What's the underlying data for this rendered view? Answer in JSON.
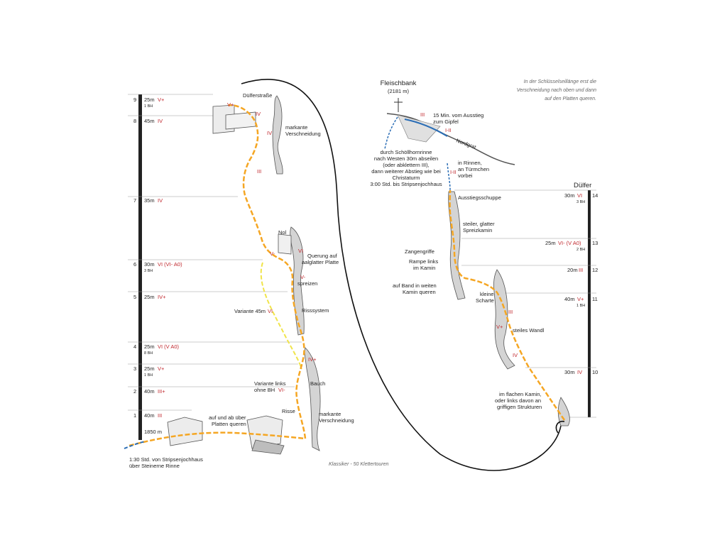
{
  "colors": {
    "route": "#f5a623",
    "variant": "#f0e44a",
    "descent": "#2a6db5",
    "grade": "#c0272d",
    "rock": "#d0d0d0",
    "text": "#222222"
  },
  "left_pitches": [
    {
      "num": "9",
      "len": "25m",
      "grade": "V+",
      "bolts": "1 BH"
    },
    {
      "num": "8",
      "len": "45m",
      "grade": "IV",
      "bolts": ""
    },
    {
      "num": "7",
      "len": "35m",
      "grade": "IV",
      "bolts": ""
    },
    {
      "num": "6",
      "len": "30m",
      "grade": "VI (VI- A0)",
      "bolts": "3 BH"
    },
    {
      "num": "5",
      "len": "25m",
      "grade": "IV+",
      "bolts": ""
    },
    {
      "num": "4",
      "len": "25m",
      "grade": "VI (V A0)",
      "bolts": "8 BH"
    },
    {
      "num": "3",
      "len": "25m",
      "grade": "V+",
      "bolts": "1 BH"
    },
    {
      "num": "2",
      "len": "40m",
      "grade": "III+",
      "bolts": ""
    },
    {
      "num": "1",
      "len": "40m",
      "grade": "III",
      "bolts": ""
    }
  ],
  "start_altitude": "1850 m",
  "right_pitches": [
    {
      "num": "14",
      "len": "30m",
      "grade": "VI",
      "bolts": "3 BH"
    },
    {
      "num": "13",
      "len": "25m",
      "grade": "VI- (V A0)",
      "bolts": "2 BH"
    },
    {
      "num": "12",
      "len": "20m",
      "grade": "III",
      "bolts": ""
    },
    {
      "num": "11",
      "len": "40m",
      "grade": "V+",
      "bolts": "1 BH"
    },
    {
      "num": "10",
      "len": "30m",
      "grade": "IV",
      "bolts": ""
    }
  ],
  "route_name": "Dülfer",
  "summit": {
    "name": "Fleischbank",
    "altitude": "(2181 m)"
  },
  "note": [
    "In der Schlüsselseillänge erst die",
    "Verschneidung nach oben und dann",
    "auf den Platten queren."
  ],
  "footer": "Klassiker - 50 Klettertouren",
  "approach": [
    "1:30 Std. von Stripsenjochhaus",
    "über Steinerne Rinne"
  ],
  "left_labels": {
    "duelferstrasse": "Dülferstraße",
    "markante_verschneidung_top": [
      "markante",
      "Verschneidung"
    ],
    "nol": "Nol",
    "querung": [
      "Querung auf",
      "aalglatter Platte"
    ],
    "spreizen": [
      "V-",
      "spreizen"
    ],
    "variante_45m": "Variante 45m",
    "variante_45m_grade": "VI",
    "risssystem": "Risssystem",
    "bauch": "Bauch",
    "variante_links": [
      "Variante links",
      "ohne BH"
    ],
    "variante_links_grade": "VI-",
    "risse": "Risse",
    "markante_verschneidung_bottom": [
      "markante",
      "Verschneidung"
    ],
    "auf_und_ab": [
      "auf und ab über",
      "Platten queren"
    ]
  },
  "left_route_grades": [
    "IV",
    "III",
    "IV+",
    "V-",
    "V+",
    "VI",
    "V+",
    "IV"
  ],
  "right_labels": {
    "gipfel": [
      "15 Min. vom Ausstieg",
      "zum Gipfel"
    ],
    "nordgrat": "Nordgrat",
    "abseilen": [
      "durch Schöllhornrinne",
      "nach Westen 30m abseilen",
      "(oder abklettern III),",
      "dann weiterer Abstieg wie bei",
      "Christaturm",
      "3:00 Std. bis Stripsenjochhaus"
    ],
    "rinnen": [
      "in Rinnen,",
      "an Türmchen",
      "vorbei"
    ],
    "ausstiegsschuppe": "Ausstiegsschuppe",
    "spreizkamin": [
      "steiler, glatter",
      "Spreizkamin"
    ],
    "zangengriffe": "Zangengriffe",
    "rampe": [
      "Rampe links",
      "im Kamin"
    ],
    "band": [
      "auf Band in weiten",
      "Kamin queren"
    ],
    "kleine_scharte": [
      "kleine",
      "Scharte"
    ],
    "steiles_wandl": "steiles Wandl",
    "flacher_kamin": [
      "im flachen Kamin,",
      "oder links davon an",
      "griffigen Strukturen"
    ]
  },
  "right_route_grades": [
    "III",
    "I-II",
    "I-II",
    "III",
    "V+",
    "IV"
  ]
}
